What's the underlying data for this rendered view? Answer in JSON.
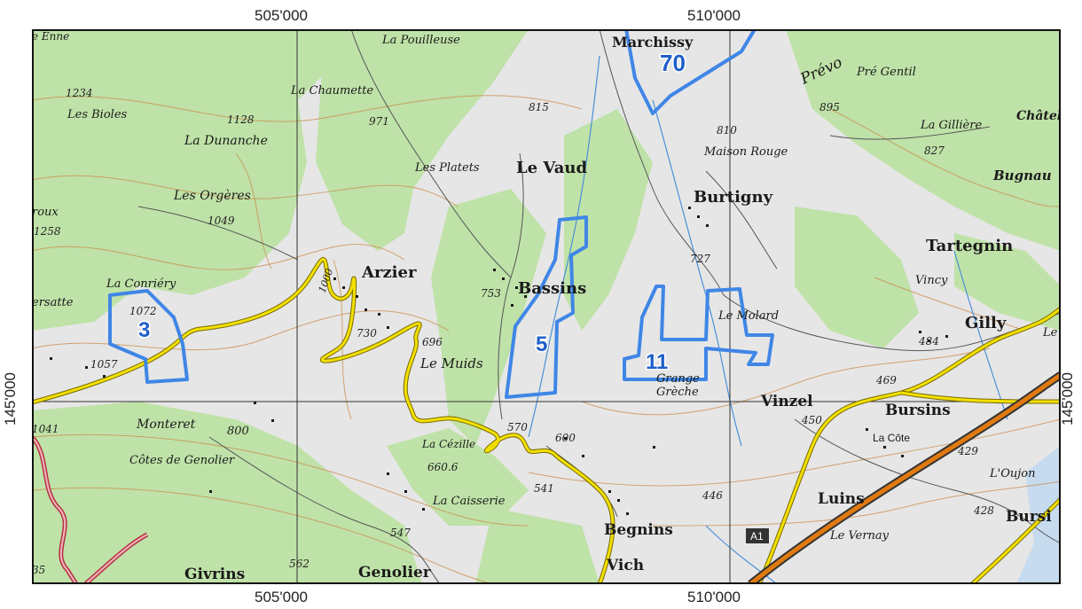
{
  "grid": {
    "easting_labels": [
      "505'000",
      "510'000"
    ],
    "northing_label": "145'000"
  },
  "zones": [
    {
      "number": "70"
    },
    {
      "number": "3"
    },
    {
      "number": "5"
    },
    {
      "number": "11"
    }
  ],
  "towns": [
    "Arzier",
    "Bassins",
    "Le Vaud",
    "Burtigny",
    "Tartegnin",
    "Gilly",
    "Vinzel",
    "Bursins",
    "Luins",
    "Begnins",
    "Genolier",
    "Givrins",
    "Marchissy",
    "Bursi",
    "Vich"
  ],
  "places": [
    "La Pouilleuse",
    "La Chaumette",
    "Les Bioles",
    "La Dunanche",
    "Les Platets",
    "Les Orgères",
    "La Conriéry",
    "Le Muids",
    "Monteret",
    "Côtes de Genolier",
    "La Caisserie",
    "Le Molard",
    "Grange",
    "Grèche",
    "Maison Rouge",
    "Pré Gentil",
    "La Gillière",
    "Bugnau",
    "Châtel",
    "L'Oujon",
    "Le Vernay",
    "Vincy",
    "La Côte",
    "ersatte",
    "roux",
    "Le",
    "e Enne",
    "La Cézille",
    "Prévo"
  ],
  "elevations": [
    "1234",
    "1128",
    "971",
    "815",
    "810",
    "895",
    "827",
    "1049",
    "1258",
    "1072",
    "1057",
    "753",
    "727",
    "696",
    "730",
    "600",
    "800",
    "1000",
    "570",
    "660.6",
    "541",
    "547",
    "562",
    "446",
    "450",
    "429",
    "428",
    "469",
    "484",
    "1041",
    "35"
  ],
  "highway_label": "A1",
  "colors": {
    "forest": "#bfe2a8",
    "open_land": "#e6e6e6",
    "zone_outline": "#3f86e6",
    "zone_number": "#1f5fc9",
    "main_road": "#f2e000",
    "highway": "#e07a10",
    "contour": "#c98a4a",
    "border": "#b4303f",
    "lake": "#c7dbef"
  }
}
